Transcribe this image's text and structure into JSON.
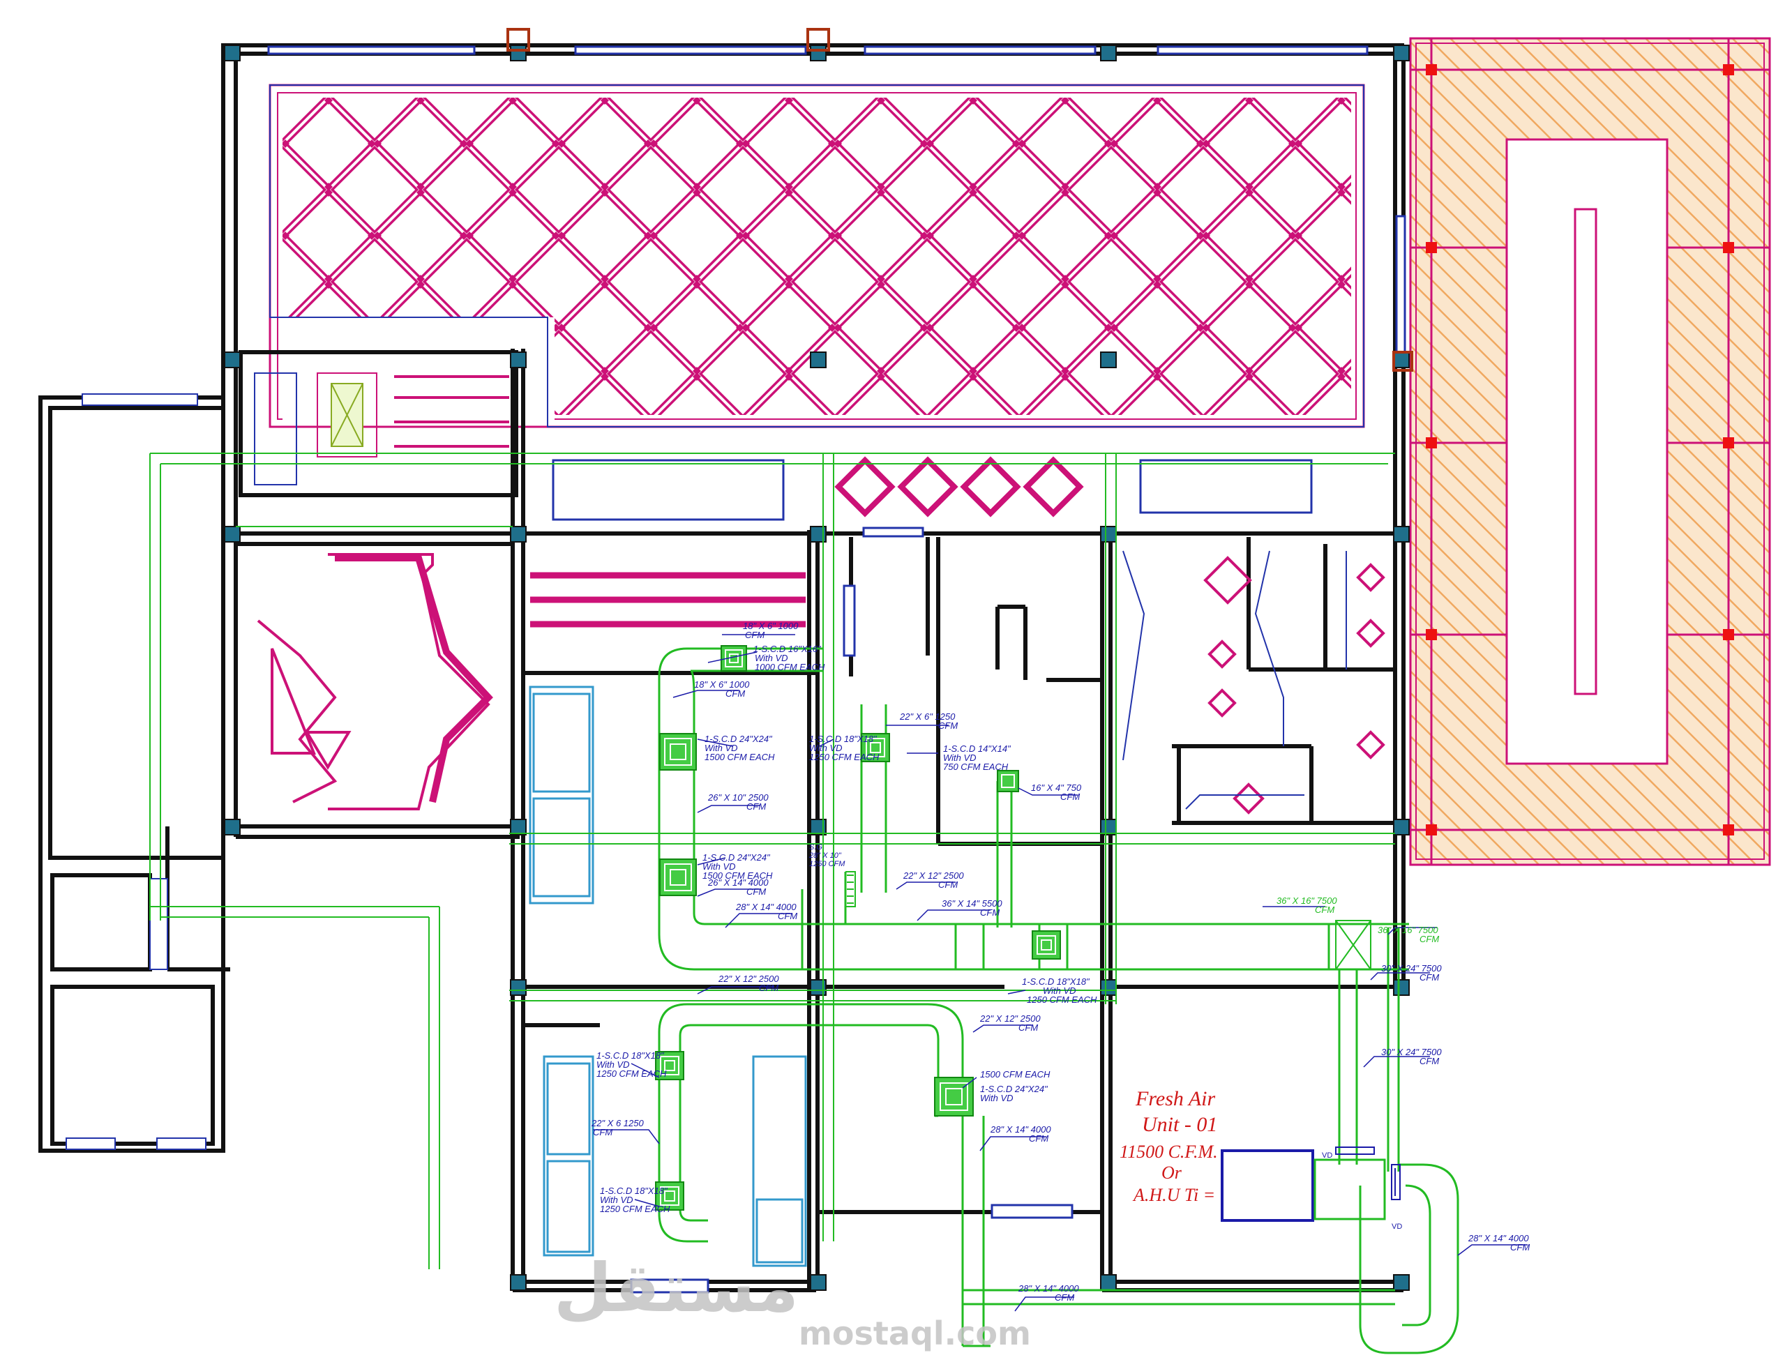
{
  "colors": {
    "walls": "#111111",
    "ceiling": "#cc1177",
    "duct": "#22bb22",
    "annotation": "#1a1aa8",
    "fresh_air": "#d01818",
    "column": "#1f6f8b",
    "roof_hatch": "#f0a860"
  },
  "duct_labels": [
    {
      "id": "d1",
      "lines": [
        "18\" X 6\"  1000",
        "CFM"
      ]
    },
    {
      "id": "d2",
      "lines": [
        "1-S.C.D 16\"X16\"",
        "With VD",
        "1000 CFM EACH"
      ]
    },
    {
      "id": "d3",
      "lines": [
        "18\" X 6\"  1000",
        "CFM"
      ]
    },
    {
      "id": "d4",
      "lines": [
        "1-S.C.D 24\"X24\"",
        "With VD",
        "1500 CFM EACH"
      ]
    },
    {
      "id": "d5",
      "lines": [
        "1-S.C.D 18\"X18\"",
        "With VD",
        "1250 CFM EACH"
      ]
    },
    {
      "id": "d6",
      "lines": [
        "22\" X 6\"  1250",
        "CFM"
      ]
    },
    {
      "id": "d7",
      "lines": [
        "1-S.C.D 14\"X14\"",
        "With VD",
        "750 CFM EACH"
      ]
    },
    {
      "id": "d8",
      "lines": [
        "16\" X 4\"  750",
        "CFM"
      ]
    },
    {
      "id": "d9",
      "lines": [
        "26\" X 10\"  2500",
        "CFM"
      ]
    },
    {
      "id": "d10",
      "lines": [
        "1-S.C.D 24\"X24\"",
        "With VD",
        "1500 CFM EACH"
      ]
    },
    {
      "id": "d11",
      "lines": [
        "26\" X 14\"  4000",
        "CFM"
      ]
    },
    {
      "id": "d12",
      "lines": [
        "28\" X 14\"  4000",
        "CFM"
      ]
    },
    {
      "id": "d13",
      "lines": [
        "S.G",
        "28\" X 10\"",
        "1250 CFM"
      ]
    },
    {
      "id": "d14",
      "lines": [
        "22\" X 12\"  2500",
        "CFM"
      ]
    },
    {
      "id": "d15",
      "lines": [
        "36\" X 14\"  5500",
        "CFM"
      ]
    },
    {
      "id": "d16",
      "lines": [
        "36\" X 16\"  7500",
        "CFM"
      ]
    },
    {
      "id": "d17",
      "lines": [
        "36\" X 16\"  7500",
        "CFM"
      ]
    },
    {
      "id": "d18",
      "lines": [
        "30\" X 24\"  7500",
        "CFM"
      ]
    },
    {
      "id": "d19",
      "lines": [
        "22\" X 12\"  2500",
        "CFM"
      ]
    },
    {
      "id": "d20",
      "lines": [
        "1-S.C.D 18\"X18\"",
        "With VD",
        "1250 CFM EACH"
      ]
    },
    {
      "id": "d21",
      "lines": [
        "22\" X 12\"  2500",
        "CFM"
      ]
    },
    {
      "id": "d22",
      "lines": [
        "1-S.C.D 18\"X18\"",
        "With VD",
        "1250 CFM EACH"
      ]
    },
    {
      "id": "d23",
      "lines": [
        "1500 CFM EACH",
        "1-S.C.D 24\"X24\"",
        "With VD"
      ]
    },
    {
      "id": "d24",
      "lines": [
        "30\" X 24\"  7500",
        "CFM"
      ]
    },
    {
      "id": "d25",
      "lines": [
        "22\" X 6  1250",
        "CFM"
      ]
    },
    {
      "id": "d26",
      "lines": [
        "28\" X 14\"  4000",
        "CFM"
      ]
    },
    {
      "id": "d27",
      "lines": [
        "1-S.C.D 18\"X18\"",
        "With VD",
        "1250 CFM EACH"
      ]
    },
    {
      "id": "d28",
      "lines": [
        "28\" X 14\"  4000",
        "CFM"
      ]
    },
    {
      "id": "d29",
      "lines": [
        "28\" X 14\"  4000",
        "CFM"
      ]
    }
  ],
  "fresh_air": {
    "line1": "Fresh Air",
    "line2": "Unit - 01",
    "line3": "11500 C.F.M.",
    "line4": "Or",
    "line5": "A.H.U Ti ="
  },
  "vd_labels": [
    "VD",
    "VD"
  ],
  "watermark": {
    "arabic": "مستقل",
    "latin": "mostaql.com"
  }
}
